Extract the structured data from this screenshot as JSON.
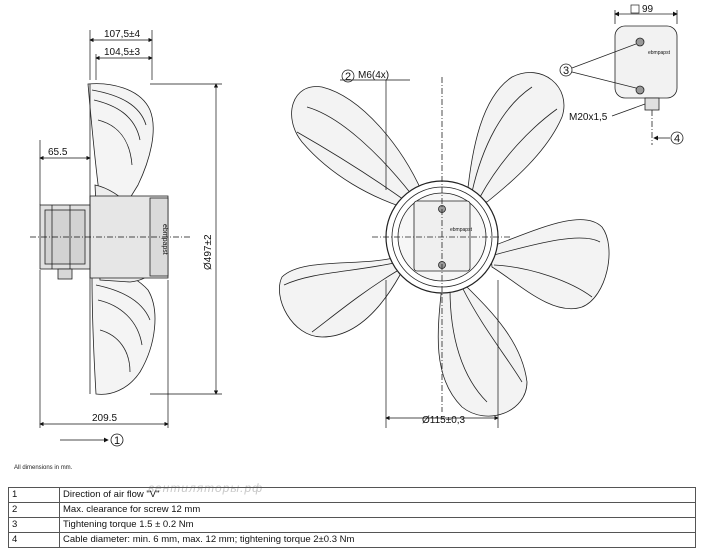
{
  "dims": {
    "width_top": "107,5±4",
    "width_inner": "104,5±3",
    "motor_offset": "65.5",
    "diameter": "Ø497±2",
    "base_width": "209.5",
    "hub_diameter": "Ø115±0,3",
    "box_width": "99",
    "screw_thread": "M6(4x)",
    "cable_gland": "M20x1,5"
  },
  "callouts": {
    "c1": "1",
    "c2": "2",
    "c3": "3",
    "c4": "4"
  },
  "brand": "ebmpapst",
  "note": "All dimensions in mm.",
  "watermark": "вентиляторы.рф",
  "legend": [
    {
      "num": "1",
      "text": "Direction of air flow \"V\""
    },
    {
      "num": "2",
      "text": "Max. clearance for screw 12 mm"
    },
    {
      "num": "3",
      "text": "Tightening torque 1.5 ± 0.2 Nm"
    },
    {
      "num": "4",
      "text": "Cable diameter: min. 6 mm, max. 12 mm; tightening torque 2±0.3 Nm"
    }
  ]
}
